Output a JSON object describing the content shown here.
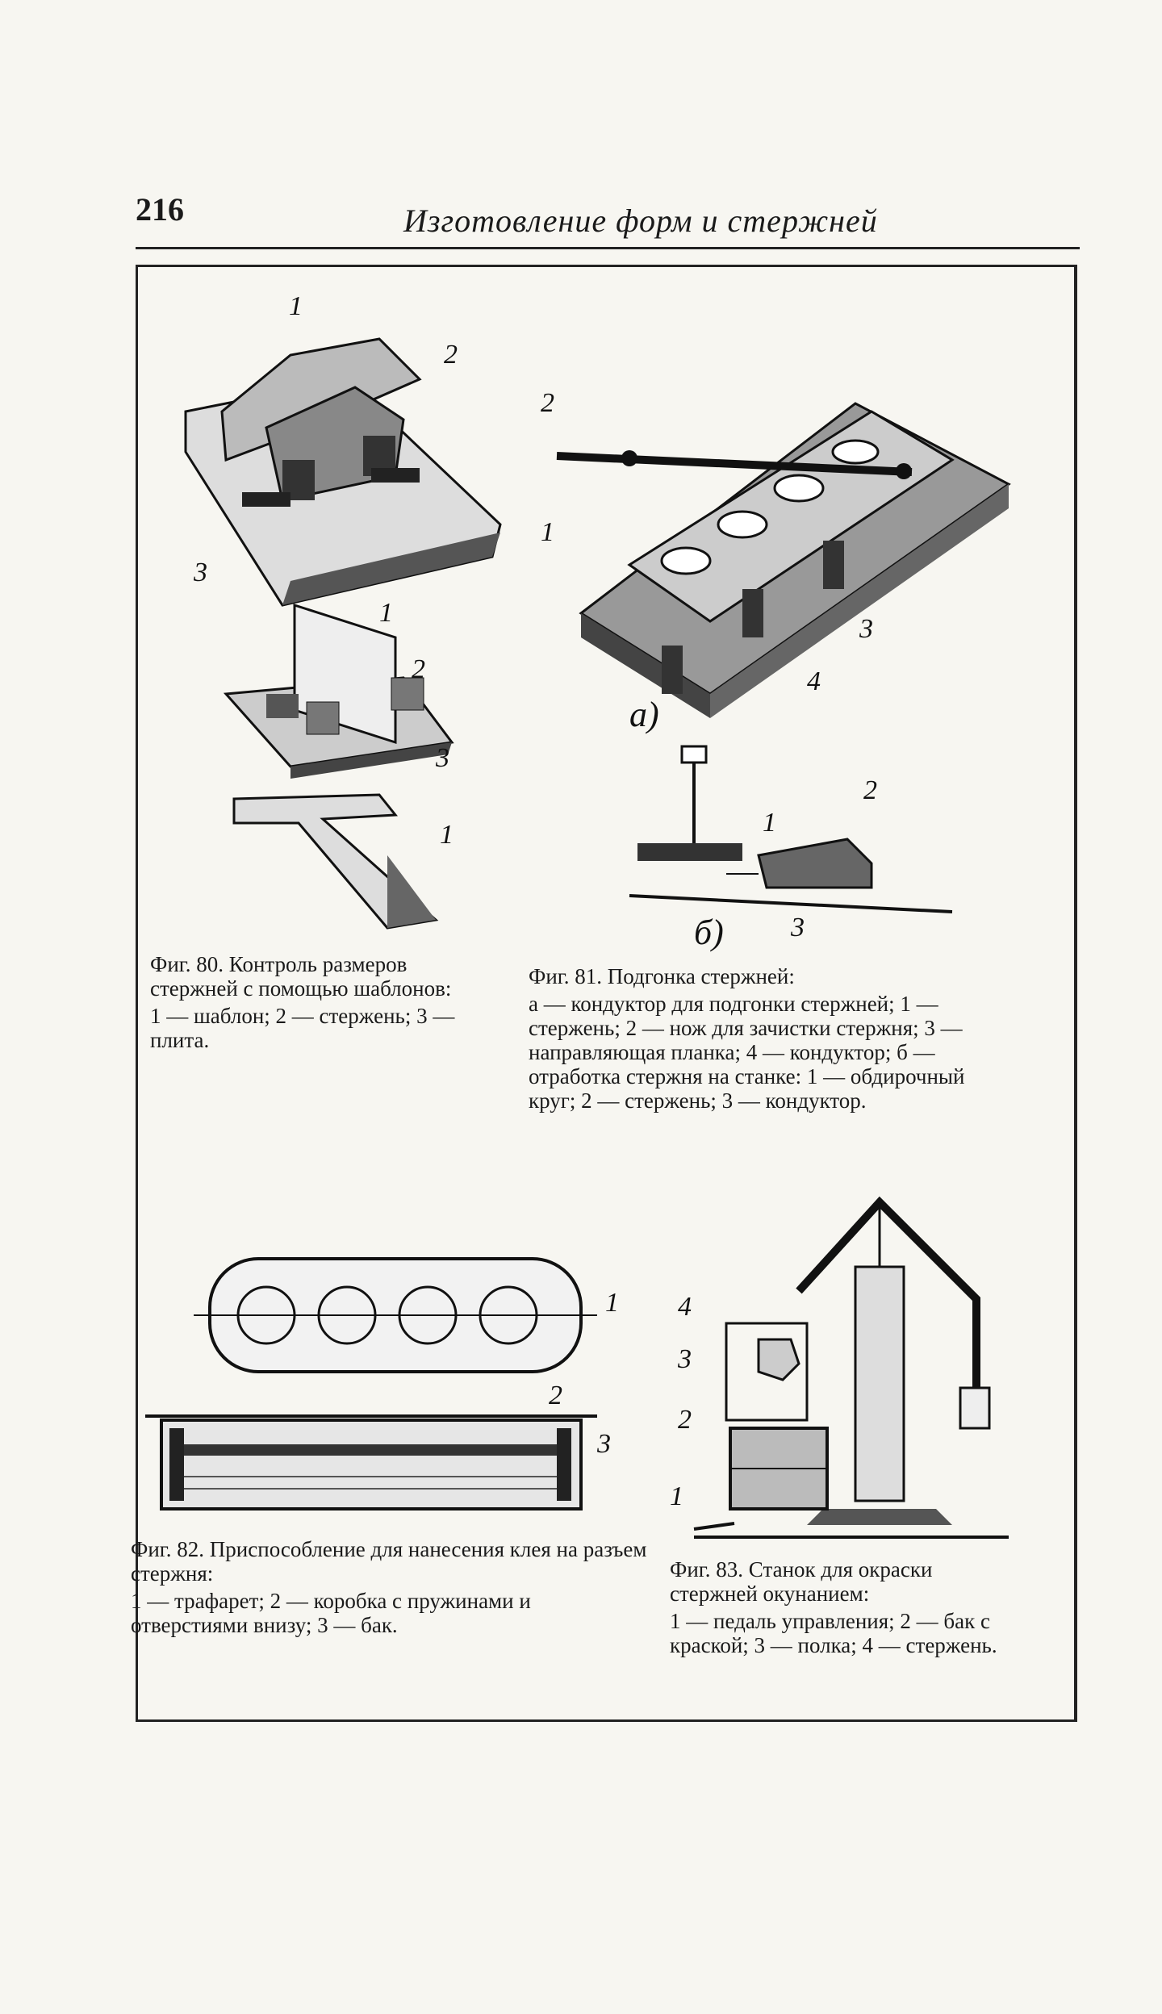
{
  "header": {
    "page_number": "216",
    "running_title": "Изготовление форм и стержней"
  },
  "figures": {
    "fig80": {
      "caption": "Фиг. 80. Контроль размеров стержней с помощью шаблонов:",
      "legend": "1 — шаблон; 2 — стержень; 3 — плита.",
      "labels": [
        "1",
        "2",
        "3",
        "1",
        "2",
        "3",
        "1"
      ]
    },
    "fig81": {
      "caption": "Фиг. 81. Подгонка стержней:",
      "legend": "а — кондуктор для подгонки стержней; 1 — стержень; 2 — нож для зачистки стержня; 3 — направляющая планка; 4 — кондуктор; б — отработка стержня на станке: 1 — обдирочный круг; 2 — стержень; 3 — кондуктор.",
      "labels": [
        "2",
        "1",
        "3",
        "4",
        "1",
        "2",
        "3"
      ],
      "sublabels": [
        "а)",
        "б)"
      ]
    },
    "fig82": {
      "caption": "Фиг. 82. Приспособление для нанесения клея на разъем стержня:",
      "legend": "1 — трафарет; 2 — коробка с пружинами и отверстиями внизу; 3 — бак.",
      "labels": [
        "1",
        "2",
        "3"
      ]
    },
    "fig83": {
      "caption": "Фиг. 83. Станок для окраски стержней окунанием:",
      "legend": "1 — педаль управления; 2 — бак с краской; 3 — полка; 4 — стержень.",
      "labels": [
        "4",
        "3",
        "2",
        "1"
      ]
    }
  }
}
